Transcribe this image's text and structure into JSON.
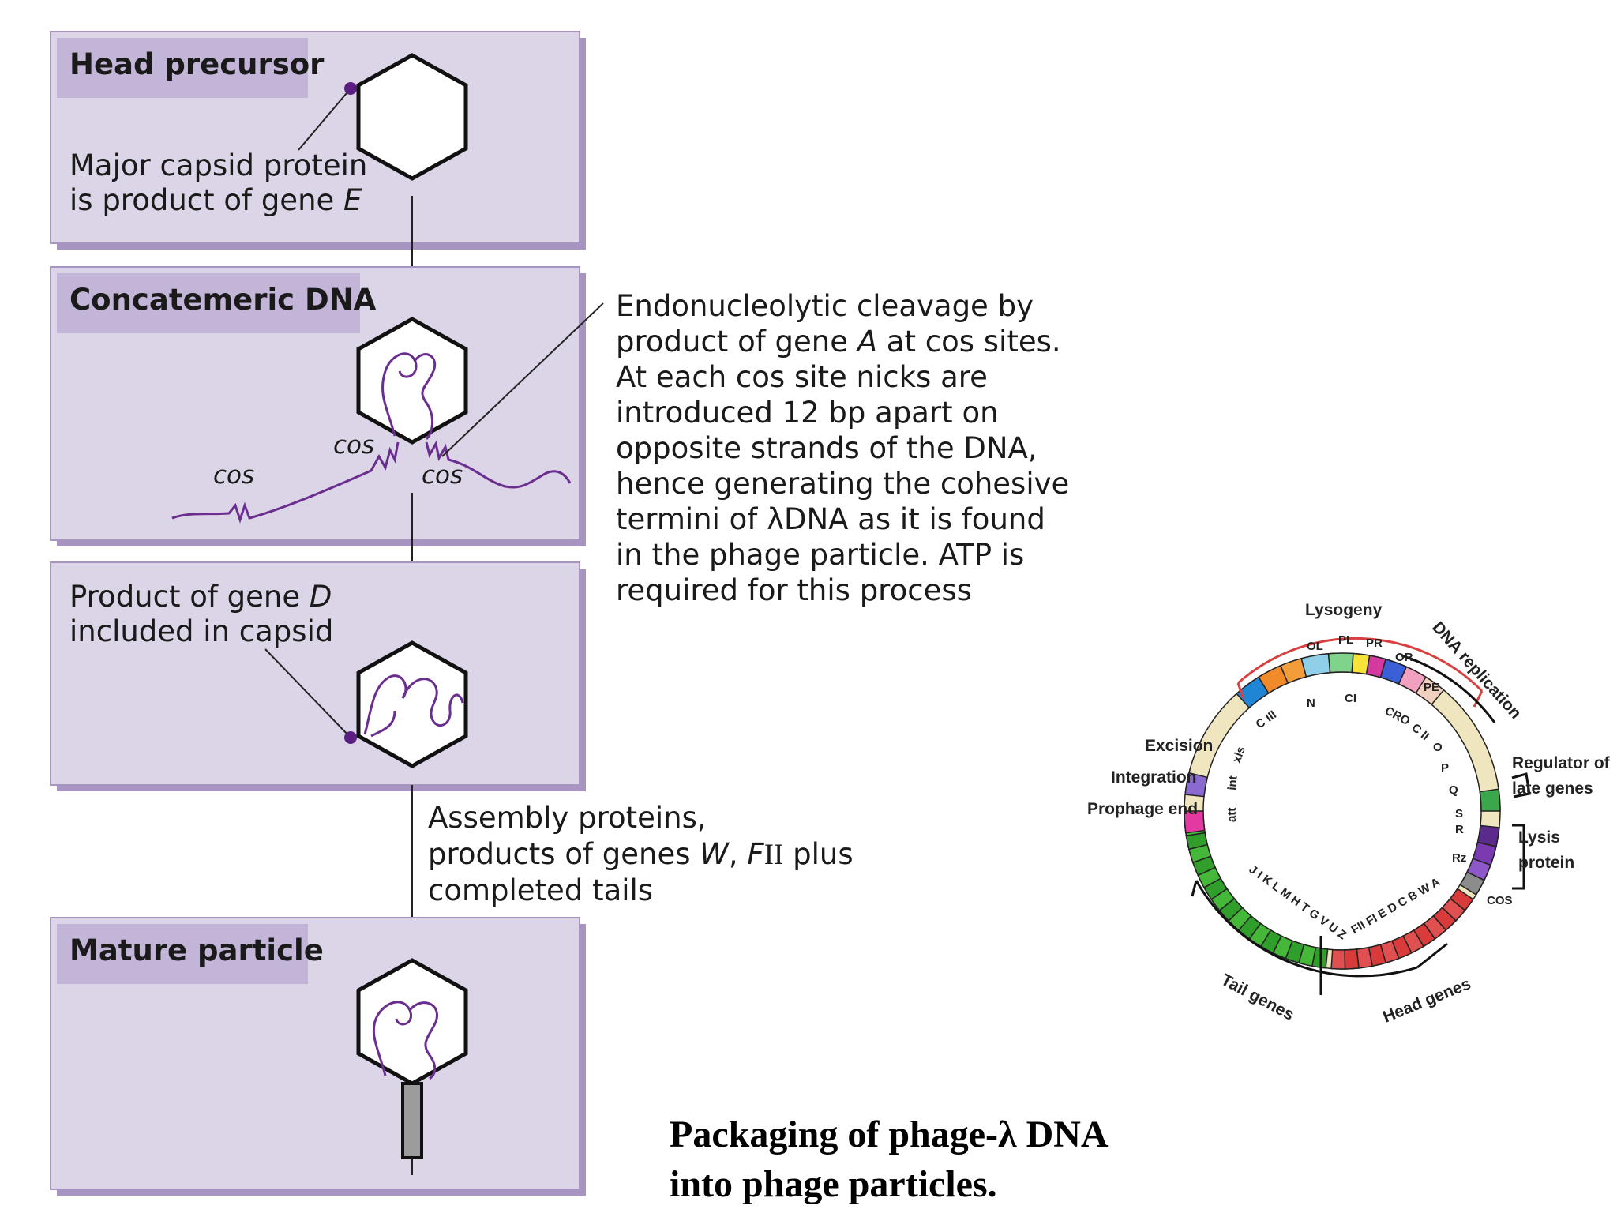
{
  "panels": {
    "head_precursor": {
      "title": "Head precursor",
      "text_line1": "Major capsid protein",
      "text_line2_prefix": "is product of gene ",
      "text_line2_gene": "E"
    },
    "concatemeric_dna": {
      "title": "Concatemeric DNA",
      "cos_left": "cos",
      "cos_upper": "cos",
      "cos_lower": "cos"
    },
    "gene_d": {
      "text_line1_prefix": "Product of gene ",
      "text_line1_gene": "D",
      "text_line2": "included in capsid"
    },
    "mature_particle": {
      "title": "Mature particle"
    }
  },
  "cleavage_note": {
    "line1": "Endonucleolytic cleavage by",
    "line2_prefix": "product of gene ",
    "line2_gene": "A",
    "line2_suffix": " at cos sites.",
    "line3": "At each cos site nicks are",
    "line4": "introduced 12 bp apart on",
    "line5": "opposite strands of the DNA,",
    "line6": "hence generating the cohesive",
    "line7": "termini of λDNA as it is found",
    "line8": "in the phage particle. ATP is",
    "line9": "required for this process"
  },
  "assembly_note": {
    "line1": "Assembly proteins,",
    "line2_prefix": "products of genes ",
    "line2_gene1": "W",
    "line2_sep": ", ",
    "line2_gene2": "F",
    "line2_roman": "II",
    "line2_suffix": " plus",
    "line3": "completed tails"
  },
  "caption": {
    "line1": "Packaging of phage-λ DNA",
    "line2": "into phage particles."
  },
  "lambda_map": {
    "labels": {
      "lysogeny": "Lysogeny",
      "dna_replication": "DNA replication",
      "excision": "Excision",
      "integration": "Integration",
      "prophage_end": "Prophage end",
      "regulator_line1": "Regulator of",
      "regulator_line2": "late genes",
      "lysis_line1": "Lysis",
      "lysis_line2": "protein",
      "cos": "COS",
      "tail_genes": "Tail genes",
      "head_genes": "Head genes"
    },
    "genes": {
      "ol": "OL",
      "pl": "PL",
      "pr": "PR",
      "or": "OR",
      "pe": "PE",
      "n": "N",
      "ci": "CI",
      "ciii": "C III",
      "cro": "CRO",
      "cii": "C II",
      "o": "O",
      "p": "P",
      "q": "Q",
      "s": "S",
      "r": "R",
      "rz": "Rz",
      "xis": "xis",
      "int": "int",
      "att": "att",
      "tail_genes_letters": "J I K L M H T G V U Z",
      "head_genes_letters": "FII FI E D C B W A"
    },
    "colors": {
      "tail": "#2f9e2a",
      "head": "#d93a3a",
      "cream": "#efe6bf",
      "bracket_red": "#d84040",
      "purple": "#5b2b8c",
      "grey": "#8c8c8c"
    }
  },
  "colors": {
    "panel_fill": "#dcd4e7",
    "panel_shadow": "#a894c1",
    "title_tab": "#c3b5d7",
    "dna_purple": "#6a2e8f",
    "dot_purple": "#5a1f80"
  }
}
